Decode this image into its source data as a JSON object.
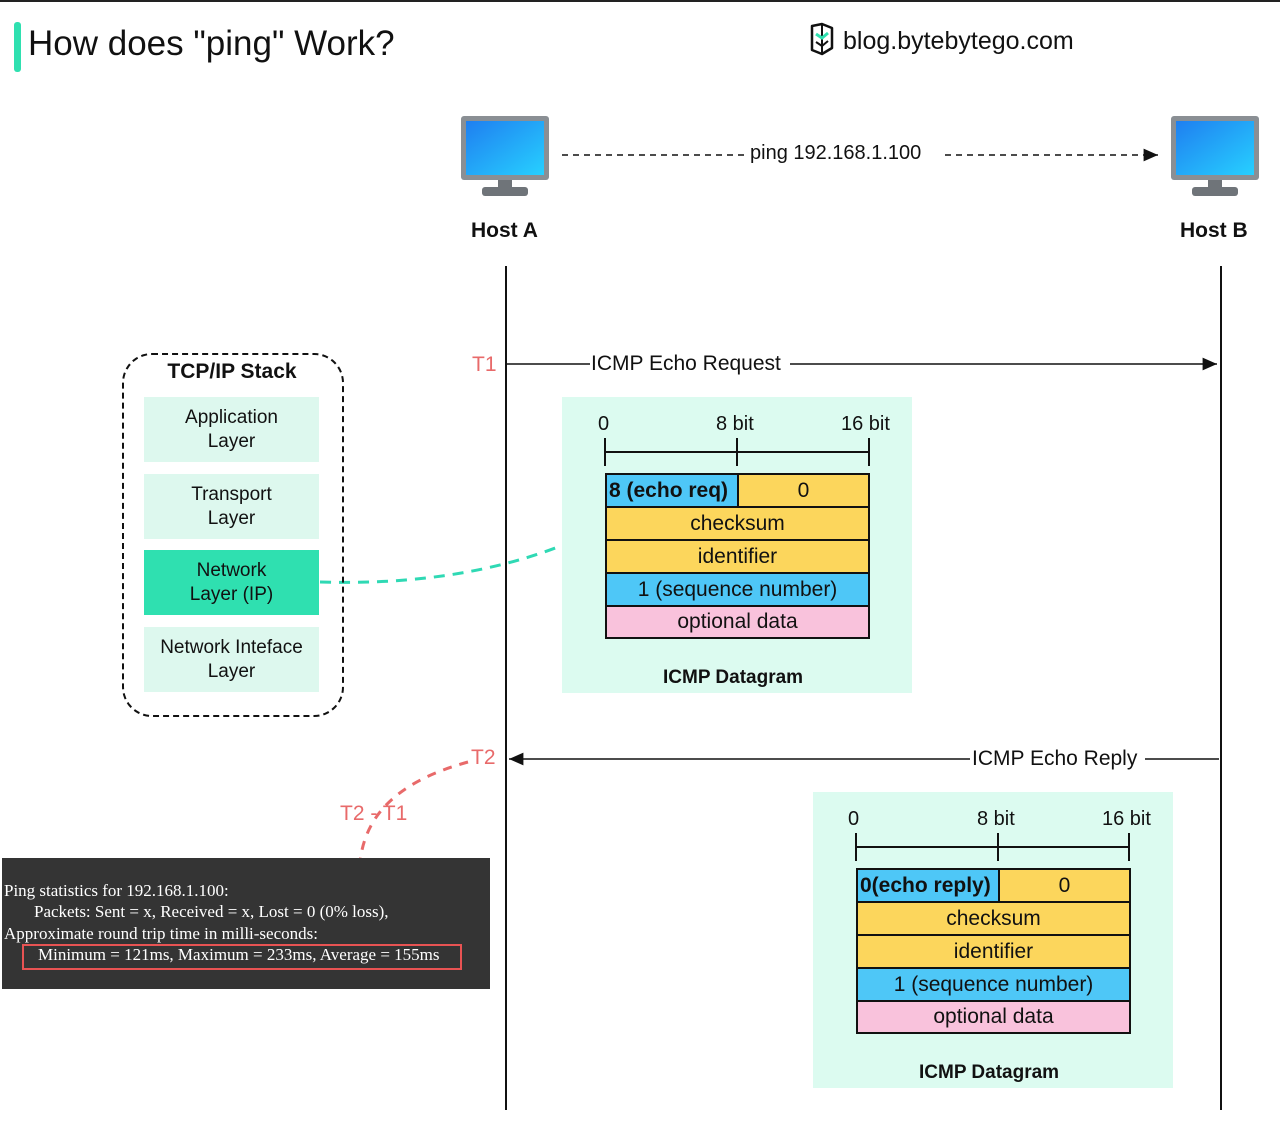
{
  "header": {
    "title": "How does \"ping\" Work?",
    "brand": "blog.bytebytego.com"
  },
  "hosts": {
    "a_label": "Host A",
    "b_label": "Host B"
  },
  "ping_command": "ping 192.168.1.100",
  "timeline": {
    "t1": "T1",
    "t2": "T2",
    "delta": "T2 - T1",
    "request_label": "ICMP Echo Request",
    "reply_label": "ICMP Echo Reply"
  },
  "tcpip_stack": {
    "title": "TCP/IP Stack",
    "layers": [
      {
        "line1": "Application",
        "line2": "Layer",
        "highlighted": false
      },
      {
        "line1": "Transport",
        "line2": "Layer",
        "highlighted": false
      },
      {
        "line1": "Network",
        "line2": "Layer (IP)",
        "highlighted": true
      },
      {
        "line1": "Network Inteface",
        "line2": "Layer",
        "highlighted": false
      }
    ]
  },
  "request_datagram": {
    "caption": "ICMP Datagram",
    "scale": [
      "0",
      "8 bit",
      "16 bit"
    ],
    "type_field": "8 (echo req)",
    "code_field": "0",
    "checksum": "checksum",
    "identifier": "identifier",
    "sequence": "1 (sequence number)",
    "optional": "optional data"
  },
  "reply_datagram": {
    "caption": "ICMP Datagram",
    "scale": [
      "0",
      "8 bit",
      "16 bit"
    ],
    "type_field": "0(echo reply)",
    "code_field": "0",
    "checksum": "checksum",
    "identifier": "identifier",
    "sequence": "1 (sequence number)",
    "optional": "optional data"
  },
  "console": {
    "line1": "Ping statistics for 192.168.1.100:",
    "line2": "Packets: Sent = x, Received = x, Lost = 0 (0% loss),",
    "line3": "Approximate round trip time in milli-seconds:",
    "line4": "Minimum = 121ms, Maximum = 233ms, Average = 155ms"
  },
  "colors": {
    "accent": "#2fe0b0",
    "panel": "#dcfbf0",
    "yellow_field": "#fcd65c",
    "blue_field": "#4ec7f7",
    "pink_field": "#f9c2dc",
    "timing_red": "#e86a6a",
    "console_bg": "#343434"
  },
  "icons": {
    "brand": "bytebytego-logo-icon",
    "host_a": "monitor-icon",
    "host_b": "monitor-icon"
  }
}
